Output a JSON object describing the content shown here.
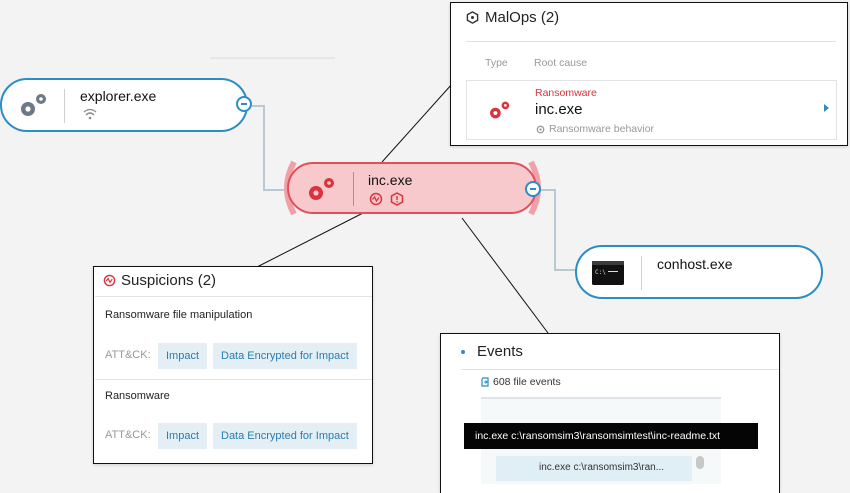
{
  "nodes": {
    "explorer": {
      "name": "explorer.exe"
    },
    "inc": {
      "name": "inc.exe"
    },
    "conhost": {
      "name": "conhost.exe"
    }
  },
  "malops": {
    "title": "MalOps (2)",
    "col_type": "Type",
    "col_root": "Root cause",
    "category": "Ransomware",
    "process": "inc.exe",
    "behavior": "Ransomware behavior"
  },
  "suspicions": {
    "title": "Suspicions (2)",
    "items": [
      {
        "label": "Ransomware file manipulation",
        "attck": "ATT&CK:",
        "tactic": "Impact",
        "technique": "Data Encrypted for Impact"
      },
      {
        "label": "Ransomware",
        "attck": "ATT&CK:",
        "tactic": "Impact",
        "technique": "Data Encrypted for Impact"
      }
    ]
  },
  "events": {
    "title": "Events",
    "file_events": "608 file events",
    "tooltip": "inc.exe c:\\ransomsim3\\ransomsimtest\\inc-readme.txt",
    "row_text": "inc.exe c:\\ransomsim3\\ran..."
  },
  "colors": {
    "accent": "#2a8dc5",
    "malicious": "#e0505b",
    "malicious_fill": "#f7c9cc"
  }
}
